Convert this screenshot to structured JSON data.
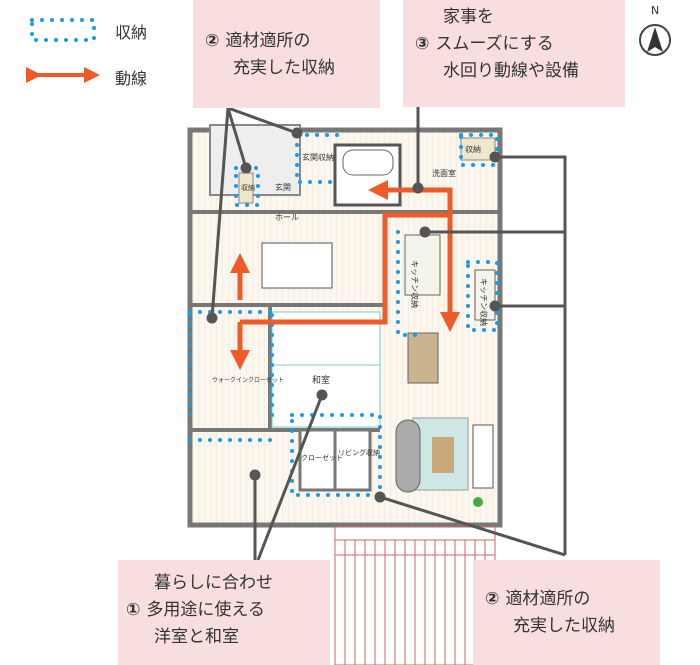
{
  "legend": {
    "storage": "収納",
    "flow": "動線"
  },
  "callouts": [
    {
      "num": "②",
      "lines": [
        "適材適所の",
        "充実した収納"
      ]
    },
    {
      "num": "③",
      "lines": [
        "家事を",
        "スムーズにする",
        "水回り動線や設備"
      ]
    },
    {
      "num": "①",
      "lines": [
        "暮らしに合わせ",
        "多用途に使える",
        "洋室と和室"
      ]
    },
    {
      "num": "②",
      "lines": [
        "適材適所の",
        "充実した収納"
      ]
    }
  ],
  "compass": "N",
  "rooms": {
    "entrance_storage": "玄関収納",
    "storage_a": "収納",
    "storage_b": "収納",
    "washroom": "洗面室",
    "entrance": "玄関",
    "hall": "ホール",
    "kitchen_storage_a": "キッチン収納",
    "kitchen_storage_b": "キッチン収納",
    "walkin": "ウォークインクローゼット",
    "washitsu": "和室",
    "closet": "クローゼット",
    "living_storage": "リビング収納"
  },
  "colors": {
    "storage_dots": "#1a9be6",
    "flow_arrow": "#f05a28",
    "callout_bg": "#f8dede",
    "leader": "#555555"
  }
}
